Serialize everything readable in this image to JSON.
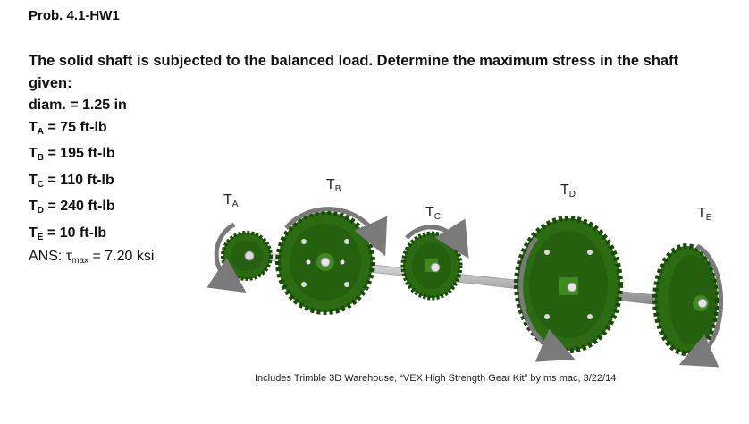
{
  "problem": {
    "title": "Prob. 4.1-HW1",
    "statement": "The solid shaft is subjected to the balanced load.  Determine  the maximum stress in the shaft  given:"
  },
  "givens": {
    "diam": "diam. = 1.25 in",
    "torques": [
      {
        "sym": "T",
        "sub": "A",
        "rest": " = 75 ft-lb"
      },
      {
        "sym": "T",
        "sub": "B",
        "rest": " = 195 ft-lb"
      },
      {
        "sym": "T",
        "sub": "C",
        "rest": " = 110 ft-lb"
      },
      {
        "sym": "T",
        "sub": "D",
        "rest": " = 240 ft-lb"
      },
      {
        "sym": "T",
        "sub": "E",
        "rest": " = 10 ft-lb"
      }
    ]
  },
  "answer": {
    "prefix": "ANS: ",
    "tau": "τ",
    "sub": "max",
    "value": " = 7.20 ksi"
  },
  "figure": {
    "labels": [
      {
        "sym": "T",
        "sub": "A"
      },
      {
        "sym": "T",
        "sub": "B"
      },
      {
        "sym": "T",
        "sub": "C"
      },
      {
        "sym": "T",
        "sub": "D"
      },
      {
        "sym": "T",
        "sub": "E"
      }
    ],
    "colors": {
      "gear": "#2b6b12",
      "gear_dark": "#1a4a08",
      "shaft": "#c8c8c8",
      "arrow": "#7a7a7a"
    }
  },
  "credit": "Includes Trimble 3D Warehouse, “VEX High Strength Gear Kit” by ms mac, 3/22/14"
}
